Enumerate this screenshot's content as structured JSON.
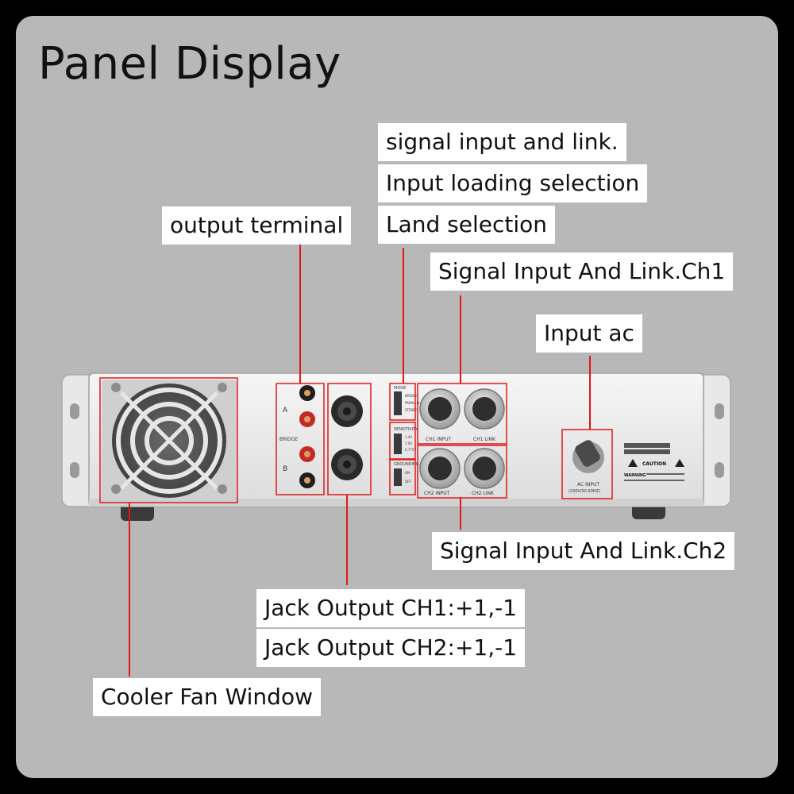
{
  "title": "Panel Display",
  "labels": {
    "signal_input_link": "signal input and link.",
    "input_loading": "Input loading selection",
    "land_selection": "Land selection",
    "output_terminal": "output terminal",
    "signal_ch1": "Signal Input And Link.Ch1",
    "input_ac": "Input ac",
    "signal_ch2": "Signal Input And Link.Ch2",
    "jack_ch1": "Jack Output CH1:+1,-1",
    "jack_ch2": "Jack Output CH2:+1,-1",
    "cooler_fan": "Cooler Fan Window"
  },
  "panel": {
    "mode_label": "MODE",
    "mode_options": [
      "BRIDGE",
      "PARALLEL",
      "STEREO"
    ],
    "sensitivity_label": "SENSITIVITY",
    "sensitivity_options": [
      "1.4V",
      "1.0V",
      "0.775V"
    ],
    "grounding_label": "GROUNDING",
    "grounding_options": [
      "ON",
      "OFF"
    ],
    "ch1_input": "CH1 INPUT",
    "ch1_link": "CH1 LINK",
    "ch2_input": "CH2 INPUT",
    "ch2_link": "CH2 LINK",
    "ac_input": "AC INPUT",
    "ac_spec": "(230V/50 60HZ)",
    "caution": "CAUTION",
    "warning": "WARNING",
    "bridge": "BRIDGE",
    "ch_a": "A",
    "ch_b": "B"
  },
  "colors": {
    "background": "#000000",
    "card": "#b8b8b8",
    "panel": "#ececec",
    "leader": "#e01818",
    "label_bg": "#ffffff"
  }
}
